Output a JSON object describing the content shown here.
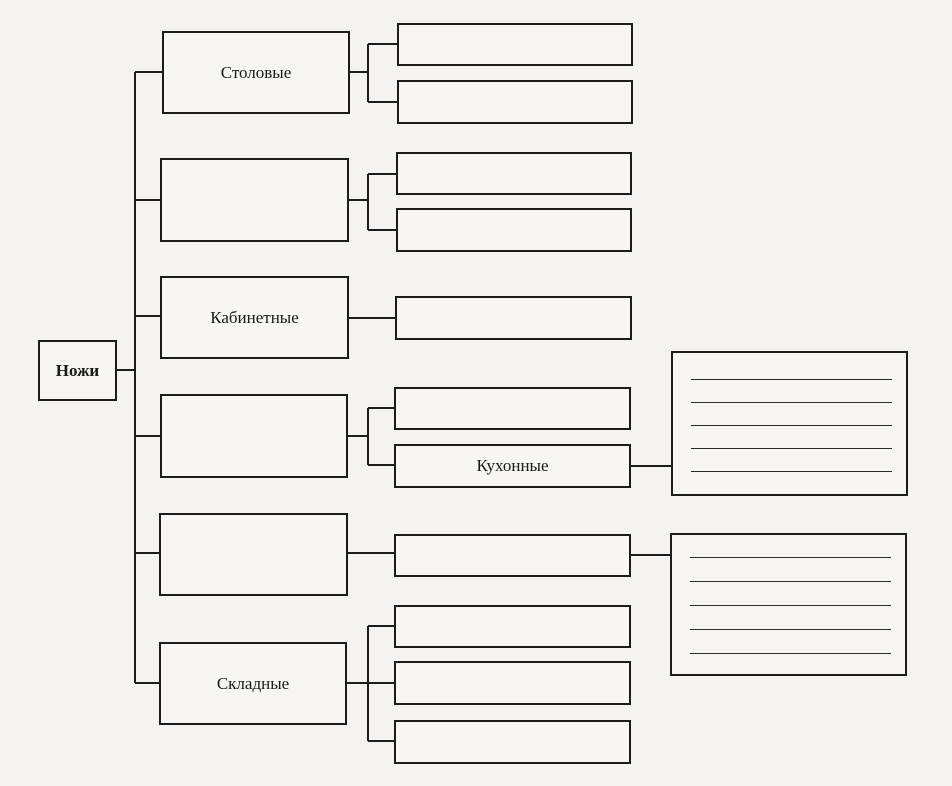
{
  "diagram": {
    "root": {
      "label": "Ножи"
    },
    "categories": [
      {
        "label": "Столовые"
      },
      {
        "label": ""
      },
      {
        "label": "Кабинетные"
      },
      {
        "label": ""
      },
      {
        "label": ""
      },
      {
        "label": "Складные"
      }
    ],
    "subcategories": [
      {
        "label": ""
      },
      {
        "label": ""
      },
      {
        "label": ""
      },
      {
        "label": ""
      },
      {
        "label": ""
      },
      {
        "label": ""
      },
      {
        "label": "Кухонные"
      },
      {
        "label": ""
      },
      {
        "label": ""
      },
      {
        "label": ""
      },
      {
        "label": ""
      }
    ],
    "detail_boxes": [
      {
        "blank_lines": 5
      },
      {
        "blank_lines": 5
      }
    ]
  }
}
